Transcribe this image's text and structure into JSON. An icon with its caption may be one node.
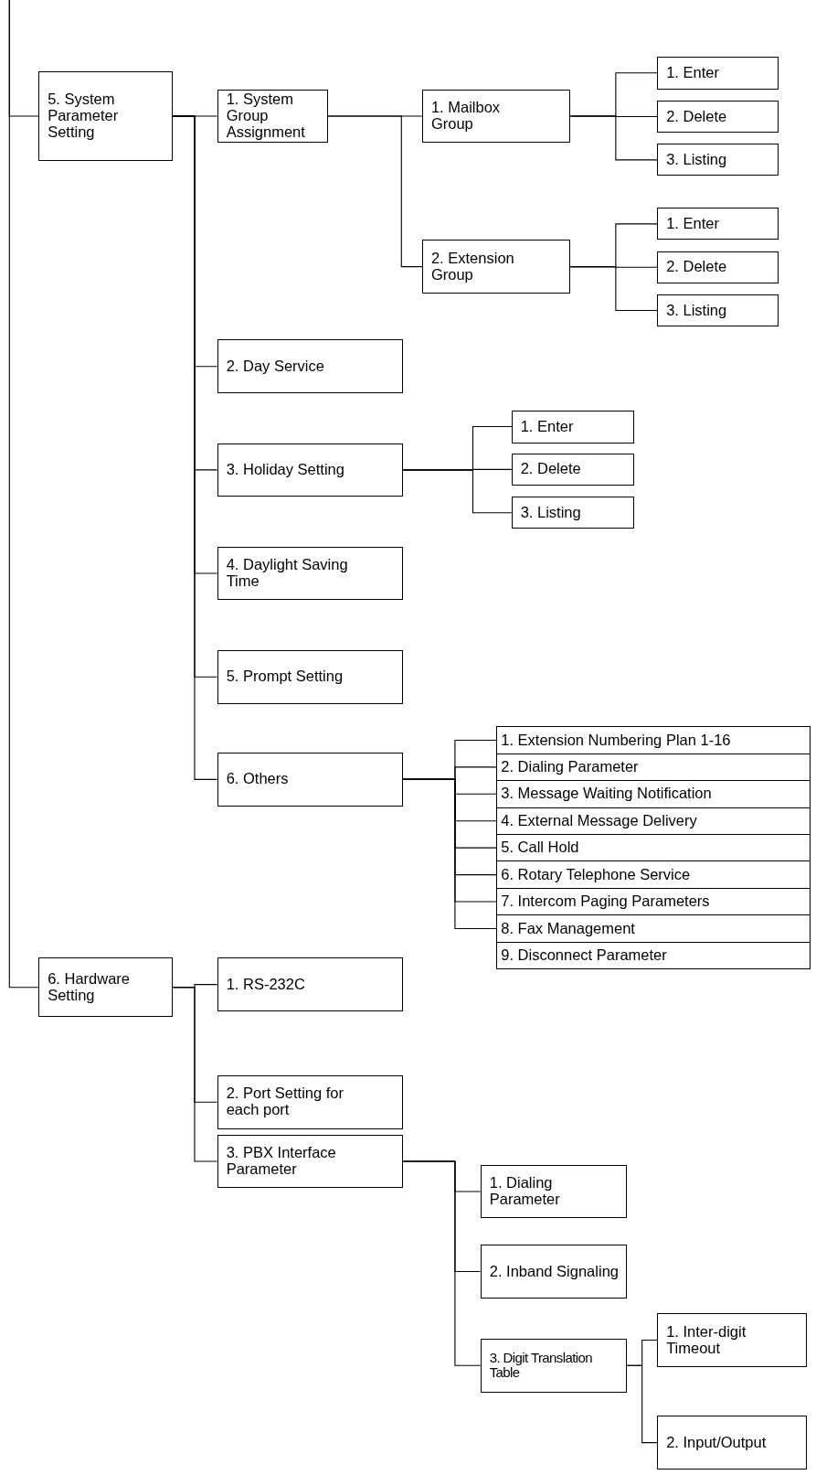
{
  "diagram": {
    "nodes": [
      {
        "text": [
          "5. System Parameter Setting"
        ]
      },
      {
        "text": [
          "1. System Group Assignment"
        ]
      },
      {
        "text": [
          "1. Mailbox Group"
        ]
      },
      {
        "text": [
          "1. Enter"
        ]
      },
      {
        "text": [
          "2. Delete"
        ]
      },
      {
        "text": [
          "3. Listing"
        ]
      },
      {
        "text": [
          "2. Extension Group"
        ]
      },
      {
        "text": [
          "1. Enter"
        ]
      },
      {
        "text": [
          "2. Delete"
        ]
      },
      {
        "text": [
          "3. Listing"
        ]
      },
      {
        "text": [
          "2. Day Service"
        ]
      },
      {
        "text": [
          "3. Holiday Setting"
        ]
      },
      {
        "text": [
          "1. Enter"
        ]
      },
      {
        "text": [
          "2. Delete"
        ]
      },
      {
        "text": [
          "3. Listing"
        ]
      },
      {
        "text": [
          "4. Daylight Saving Time"
        ]
      },
      {
        "text": [
          "5. Prompt Setting"
        ]
      },
      {
        "text": [
          "6. Others"
        ]
      },
      {
        "text": [
          "1. Extension Numbering Plan 1-16"
        ]
      },
      {
        "text": [
          "2. Dialing Parameter"
        ]
      },
      {
        "text": [
          "3. Message Waiting Notification"
        ]
      },
      {
        "text": [
          "4. External Message Delivery"
        ]
      },
      {
        "text": [
          "5. Call Hold"
        ]
      },
      {
        "text": [
          "6. Rotary Telephone Service"
        ]
      },
      {
        "text": [
          "7. Intercom Paging Parameters"
        ]
      },
      {
        "text": [
          "8. Fax Management"
        ]
      },
      {
        "text": [
          "9. Disconnect Parameter"
        ]
      },
      {
        "text": [
          "6. Hardware Setting"
        ]
      },
      {
        "text": [
          "1. RS-232C"
        ]
      },
      {
        "text": [
          "2. Port Setting for each port"
        ]
      },
      {
        "text": [
          "3. PBX Interface Parameter"
        ]
      },
      {
        "text": [
          "1. Dialing Parameter"
        ]
      },
      {
        "text": [
          "2. Inband Signaling"
        ]
      },
      {
        "text": [
          "3. Digit Translation Table"
        ]
      },
      {
        "text": [
          "1. Inter-digit Timeout"
        ]
      },
      {
        "text": [
          "2. Input/Output"
        ]
      }
    ],
    "edges": [
      {
        "from": null,
        "to": 0,
        "arrow": "none"
      },
      {
        "from": null,
        "to": 27,
        "arrow": "none"
      },
      {
        "from": 0,
        "to": 1,
        "arrow": "none"
      },
      {
        "from": 0,
        "to": 10,
        "arrow": "none"
      },
      {
        "from": 0,
        "to": 11,
        "arrow": "none"
      },
      {
        "from": 0,
        "to": 15,
        "arrow": "none"
      },
      {
        "from": 0,
        "to": 16,
        "arrow": "none"
      },
      {
        "from": 0,
        "to": 17,
        "arrow": "none"
      },
      {
        "from": 1,
        "to": 2,
        "arrow": "none"
      },
      {
        "from": 1,
        "to": 6,
        "arrow": "none"
      },
      {
        "from": 2,
        "to": 3,
        "arrow": "none"
      },
      {
        "from": 2,
        "to": 4,
        "arrow": "none"
      },
      {
        "from": 2,
        "to": 5,
        "arrow": "none"
      },
      {
        "from": 6,
        "to": 7,
        "arrow": "none"
      },
      {
        "from": 6,
        "to": 8,
        "arrow": "none"
      },
      {
        "from": 6,
        "to": 9,
        "arrow": "none"
      },
      {
        "from": 11,
        "to": 12,
        "arrow": "none"
      },
      {
        "from": 11,
        "to": 13,
        "arrow": "none"
      },
      {
        "from": 11,
        "to": 14,
        "arrow": "none"
      },
      {
        "from": 17,
        "to": 18,
        "arrow": "none"
      },
      {
        "from": 17,
        "to": 19,
        "arrow": "none"
      },
      {
        "from": 17,
        "to": 20,
        "arrow": "none"
      },
      {
        "from": 17,
        "to": 21,
        "arrow": "none"
      },
      {
        "from": 17,
        "to": 22,
        "arrow": "none"
      },
      {
        "from": 17,
        "to": 23,
        "arrow": "none"
      },
      {
        "from": 17,
        "to": 24,
        "arrow": "none"
      },
      {
        "from": 17,
        "to": 25,
        "arrow": "none"
      },
      {
        "from": 27,
        "to": 28,
        "arrow": "none"
      },
      {
        "from": 27,
        "to": 29,
        "arrow": "none"
      },
      {
        "from": 27,
        "to": 30,
        "arrow": "none"
      },
      {
        "from": 30,
        "to": 31,
        "arrow": "none"
      },
      {
        "from": 30,
        "to": 32,
        "arrow": "none"
      },
      {
        "from": 30,
        "to": 33,
        "arrow": "none"
      },
      {
        "from": 33,
        "to": 34,
        "arrow": "none"
      },
      {
        "from": 33,
        "to": 35,
        "arrow": "none"
      }
    ]
  }
}
